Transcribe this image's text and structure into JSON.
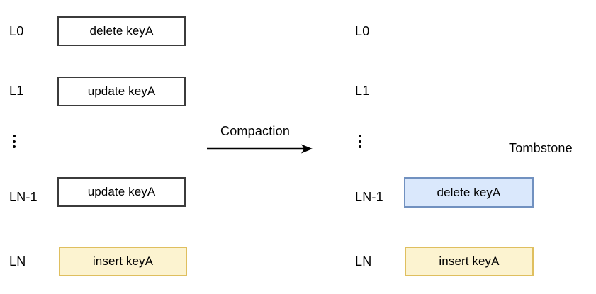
{
  "diagram": {
    "title_present": false,
    "colors": {
      "box_border_plain": "#3b3b3b",
      "box_fill_plain": "#ffffff",
      "box_border_yellow": "#dfbf5f",
      "box_fill_yellow": "#fcf3d0",
      "box_border_blue": "#7191c0",
      "box_fill_blue": "#dae8fc",
      "text": "#000000",
      "arrow": "#000000",
      "background": "#ffffff"
    },
    "left_column": {
      "levels": [
        {
          "label": "L0",
          "box_text": "delete keyA",
          "style": "plain",
          "has_box": true
        },
        {
          "label": "L1",
          "box_text": "update keyA",
          "style": "plain",
          "has_box": true
        },
        {
          "label": "",
          "box_text": "",
          "style": "ellipsis",
          "has_box": false
        },
        {
          "label": "LN-1",
          "box_text": "update keyA",
          "style": "plain",
          "has_box": true
        },
        {
          "label": "LN",
          "box_text": "insert keyA",
          "style": "yellow",
          "has_box": true
        }
      ]
    },
    "transition": {
      "label": "Compaction",
      "arrow_icon": "right-arrow-icon",
      "direction": "left-to-right"
    },
    "right_column": {
      "annotation": "Tombstone",
      "levels": [
        {
          "label": "L0",
          "box_text": "",
          "style": "none",
          "has_box": false
        },
        {
          "label": "L1",
          "box_text": "",
          "style": "none",
          "has_box": false
        },
        {
          "label": "",
          "box_text": "",
          "style": "ellipsis",
          "has_box": false
        },
        {
          "label": "LN-1",
          "box_text": "delete keyA",
          "style": "blue",
          "has_box": true
        },
        {
          "label": "LN",
          "box_text": "insert keyA",
          "style": "yellow",
          "has_box": true
        }
      ]
    }
  }
}
